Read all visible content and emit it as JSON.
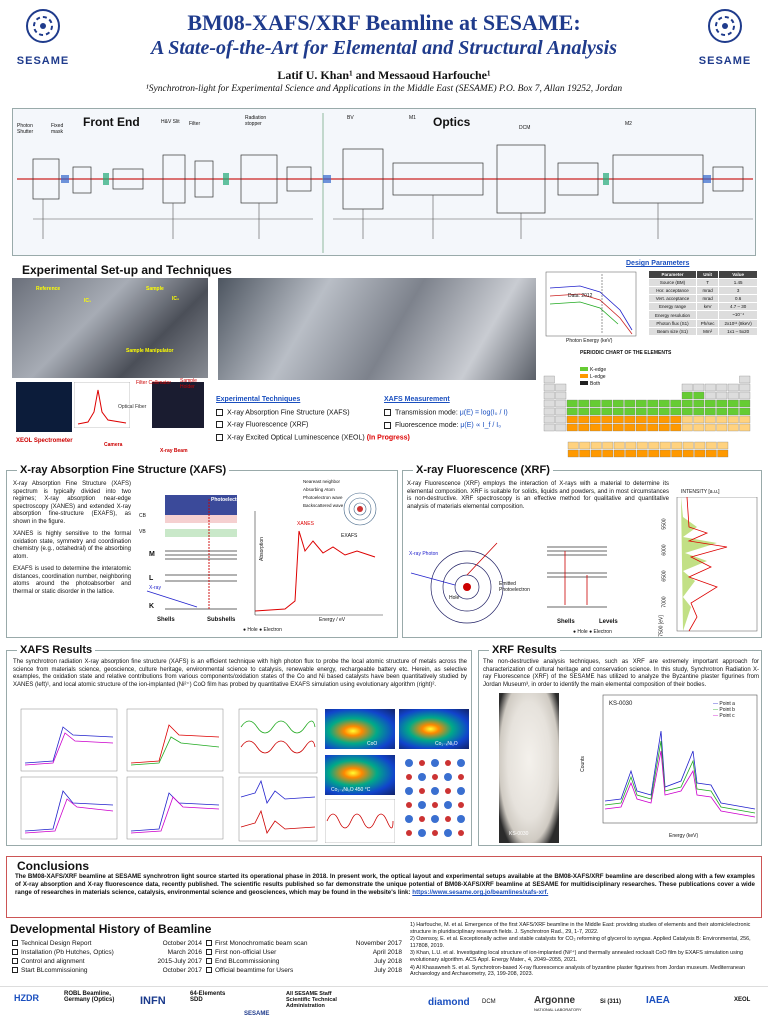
{
  "header": {
    "title": "BM08-XAFS/XRF Beamline at SESAME:",
    "subtitle": "A State-of-the-Art for Elemental and Structural Analysis",
    "authors": "Latif U. Khan¹ and Messaoud Harfouche¹",
    "affiliation": "¹Synchrotron-light for Experimental Science and Applications in the Middle East (SESAME) P.O. Box 7, Allan 19252, Jordan",
    "logo_left": "SESAME",
    "logo_right": "SESAME"
  },
  "beamline": {
    "front_end_label": "Front End",
    "optics_label": "Optics",
    "labels_left": [
      "Photon Shutter",
      "Fixed mask",
      "H&V Slit",
      "Filter",
      "Radiation stopper"
    ],
    "labels_right": [
      "BV",
      "M1",
      "DCM",
      "M2"
    ]
  },
  "setup": {
    "heading": "Experimental Set-up and Techniques",
    "photo_labels": [
      "Reference",
      "Sample",
      "IC₁",
      "IC₂",
      "Sample Manipulator"
    ],
    "xeol_labels": [
      "XEOL Spectrometer",
      "Camera",
      "X-ray Beam",
      "Filter Collimator",
      "Sample Holder",
      "Optical Fiber"
    ],
    "techniques_heading": "Experimental Techniques",
    "techniques": [
      "X-ray Absorption Fine Structure (XAFS)",
      "X-ray Fluorescence (XRF)",
      "X-ray Excited Optical Luminescence (XEOL)"
    ],
    "techniques_note": "(In Progress)",
    "measurement_heading": "XAFS Measurement",
    "measurements": [
      {
        "label": "Transmission mode:",
        "formula": "μ(E) = log(I₀ / I)"
      },
      {
        "label": "Fluorescence mode:",
        "formula": "μ(E) ∝ I_f / I₀"
      }
    ]
  },
  "design": {
    "heading": "Design Parameters",
    "columns": [
      "Parameter",
      "Unit",
      "Value"
    ],
    "rows": [
      [
        "Source (BM)",
        "T",
        "1.45"
      ],
      [
        "Hor. acceptance",
        "mrad",
        "3"
      ],
      [
        "Vert. acceptance",
        "mrad",
        "0.6"
      ],
      [
        "Energy range",
        "keV",
        "4.7 – 30"
      ],
      [
        "Energy resolution",
        "",
        "~10⁻⁴"
      ],
      [
        "Photon flux (S1)",
        "Ph/sec",
        "2x10¹¹ (8keV)"
      ],
      [
        "Beam size (S1)",
        "Mm²",
        "1x1 – 5x20"
      ]
    ],
    "flux_plot_label": "Data: 2012",
    "flux_xlabel": "Photon Energy (keV)",
    "periodic_title": "PERIODIC CHART OF THE ELEMENTS",
    "periodic_legend": [
      "K-edge",
      "L-edge",
      "Both"
    ]
  },
  "xafs": {
    "heading": "X-ray Absorption Fine Structure (XAFS)",
    "p1": "X-ray Absorption Fine Structure (XAFS) spectrum is typically divided into two regimes; X-ray absorption near-edge spectroscopy (XANES) and extended X-ray absorption fine-structure (EXAFS), as shown in the figure.",
    "p2": "XANES is highly sensitive to the formal oxidation state, symmetry and coordination chemistry (e.g., octahedral) of the absorbing atom.",
    "p3": "EXAFS is used to determine the interatomic distances, coordination number, neighboring atoms around the photoabsorber and thermal or static disorder in the lattice.",
    "diagram_labels": [
      "Photoelectron",
      "CB",
      "VB",
      "M",
      "L",
      "K",
      "Shells",
      "Subshells",
      "X-ray",
      "Energy / eV",
      "XANES",
      "EXAFS",
      "Absorption",
      "Neareast neighbor",
      "Absorbing Atom",
      "Photoelectron wave",
      "Backscattered wave",
      "Hole",
      "Electron"
    ]
  },
  "xrf": {
    "heading": "X-ray Fluorescence (XRF)",
    "p1": "X-ray Fluorescence (XRF) employs the interaction of X-rays with a material to determine its elemental composition. XRF is suitable for solids, liquids and powders, and in most circumstances is non-destructive. XRF spectroscopy is an effective method for qualitative and quantitative analysis of materials elemental composition.",
    "diagram_labels": [
      "X-ray Photon",
      "Emitted Photoelectron",
      "Hole",
      "Shells",
      "Levels",
      "Hole",
      "Electron",
      "INTENSITY [a.u.]"
    ],
    "energy_ticks": [
      "5500",
      "6000",
      "6500",
      "7000",
      "7500 [eV]"
    ]
  },
  "xafs_results": {
    "heading": "XAFS Results",
    "text": "The synchrotron radiation X-ray absorption fine structure (XAFS) is an efficient technique with high photon flux to probe the local atomic structure of metals across the science from materials science, geoscience, culture heritage, environmental science to catalysis, renewable energy, rechargeable battery etc. Herein, as selective examples, the oxidation state and relative contributions from various components/oxidation states of the Co and Ni based catalysts have been quantitatively studied by XANES (left)¹, and local atomic structure of the ion-implanted (Ni²⁺) CoO film has probed by quantitative EXAFS simulation using evolutionary algorithm (right)².",
    "map_labels": [
      "CoO",
      "Co₁₋ₓNiₓO",
      "Co₁₋ₓNiₓO 450 °C"
    ]
  },
  "xrf_results": {
    "heading": "XRF Results",
    "text": "The non-destructive analysis techniques, such as XRF are extremely important approach for characterization of cultural heritage and conservation science. In this study, Synchrotron Radiation X-ray Fluorescence (XRF) of the SESAME has utilized to analyze the Byzantine plaster figurines from Jordan Museum³, in order to identify the main elemental composition of their bodies.",
    "sample_label": "KS-0030",
    "plot_title": "KS-0030",
    "legend": [
      "Point a",
      "Point b",
      "Point c"
    ],
    "xlabel": "Energy (keV)",
    "ylabel": "Counts"
  },
  "conclusions": {
    "heading": "Conclusions",
    "text": "The BM08-XAFS/XRF beamline at SESAME synchrotron light source started its operational phase in 2018. In present work, the optical layout and experimental setups available at the BM08-XAFS/XRF beamline are described along with a few examples of X-ray absorption and X-ray fluorescence data, recently published. The scientific results published so far demonstrate the unique potential of BM08-XAFS/XRF beamline at SESAME for multidisciplinary researches. These publications cover a wide range of researches in materials science, catalysis, environmental science and geosciences, which may be found in the website's link:",
    "link": "https://www.sesame.org.jo/beamlines/xafs-xrf."
  },
  "history": {
    "heading": "Developmental History of Beamline",
    "left": [
      [
        "Technical Design Report",
        "October 2014"
      ],
      [
        "Installation (Pb Hutches, Optics)",
        "March 2016"
      ],
      [
        "Control and alignment",
        "2015-July 2017"
      ],
      [
        "Start BLcommissioning",
        "October 2017"
      ]
    ],
    "right": [
      [
        "First Monochromatic beam scan",
        "November 2017"
      ],
      [
        "First non-official User",
        "April 2018"
      ],
      [
        "End BLcommissioning",
        "July 2018"
      ],
      [
        "Official beamtime for Users",
        "July 2018"
      ]
    ]
  },
  "references": [
    "1)   Harfouche, M. et al. Emergence of the first XAFS/XRF beamline in the Middle East: providing studies of elements and their atomic/electronic structure in pluridisciplinary research fields. J. Synchrotron Rad., 29, 1-7, 2022.",
    "2)   Ozensoy, E. et al. Exceptionally active and stable catalysts for CO₂ reforming of glycerol to syngas. Applied Catalysis B: Environmental, 256, 117808, 2019.",
    "3)   Khan, L.U. et al. Investigating local structure of ion-implanted (Ni²⁺) and thermally annealed rocksalt CoO film by EXAFS simulation using evolutionary algorithm. ACS Appl. Energy Mater., 4, 2049–2055, 2021.",
    "4)   Al Khasawneh S. et al. Synchrotron-based X-ray fluorescence analysis of byzantine plaster figurines from Jordan museum. Mediterranean Archaeology and Archaeometry, 23, 199-208, 2023."
  ],
  "footer": {
    "hzdr": "HZDR",
    "hzdr_note": "ROBL Beamline, Germany (Optics)",
    "infn": "INFN",
    "infn_note": "64-Elements SDD",
    "sesame_staff": "All SESAME Staff Scientific Technical Administration",
    "sesame": "SESAME",
    "diamond": "diamond",
    "diamond_note": "DCM",
    "argonne": "Argonne",
    "argonne_sub": "NATIONAL LABORATORY",
    "si": "Si (311)",
    "iaea": "IAEA",
    "xeol": "XEOL"
  }
}
